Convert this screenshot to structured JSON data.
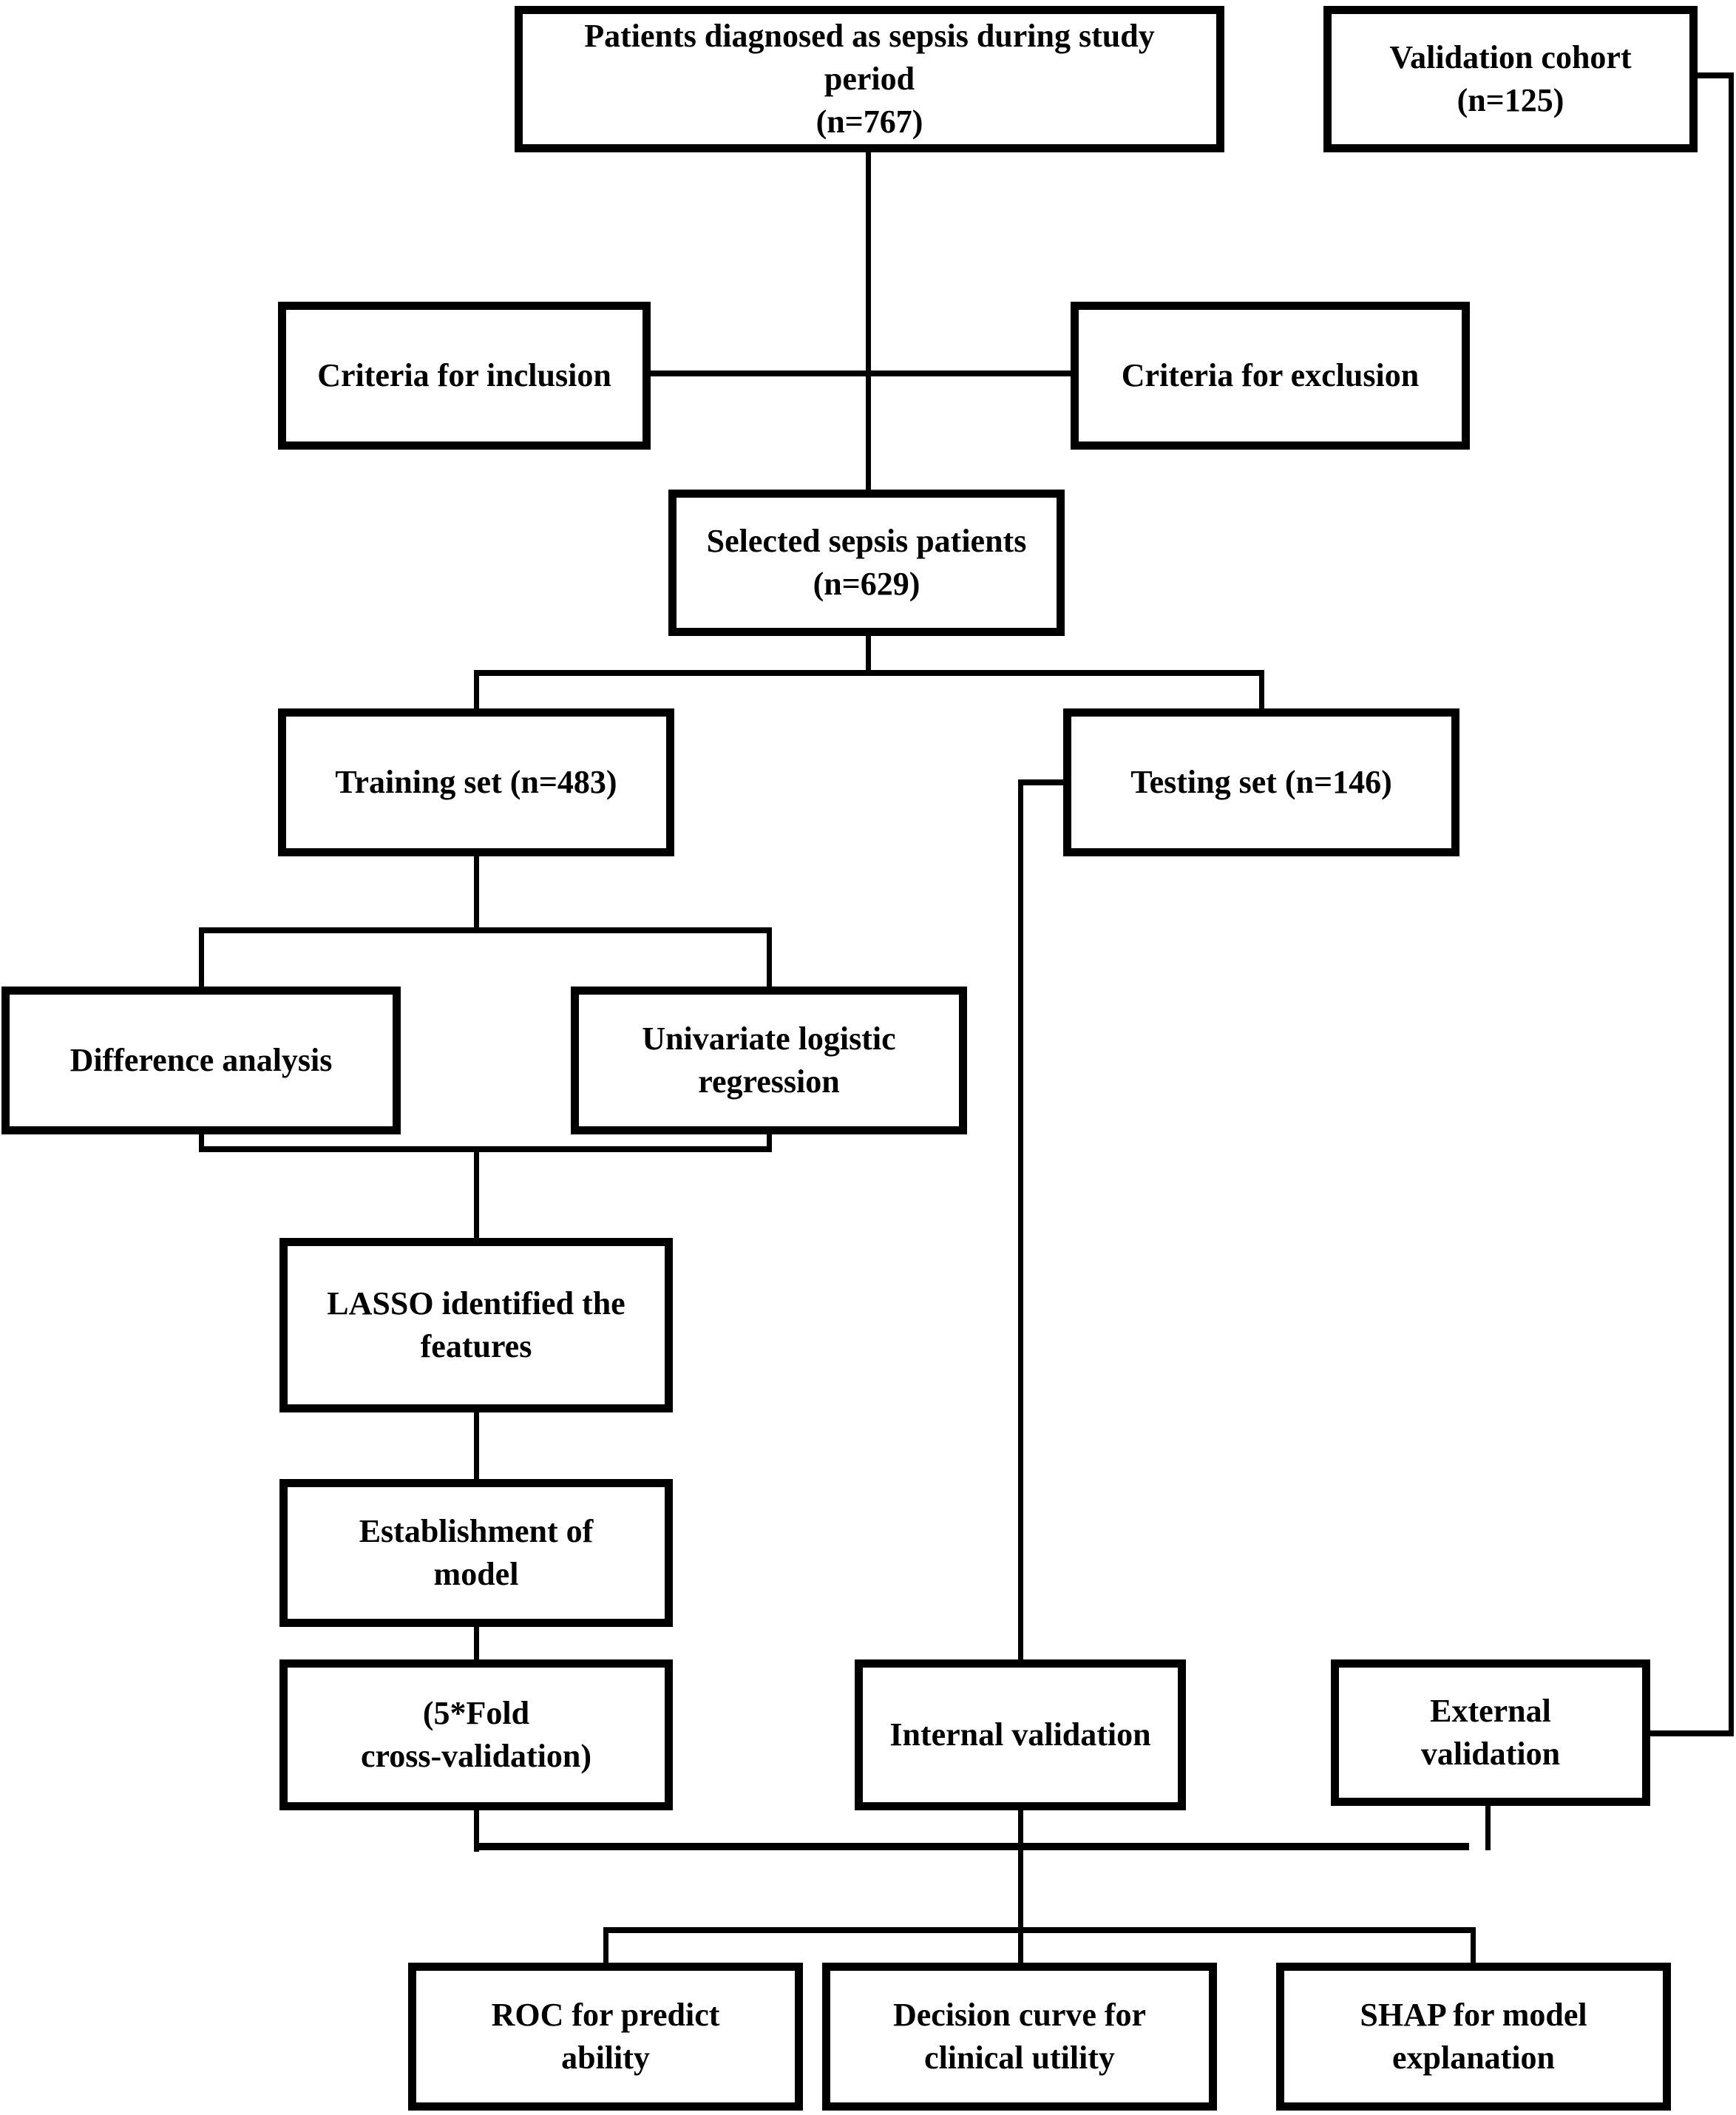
{
  "diagram": {
    "kind": "study-flowchart",
    "background_color": "#ffffff",
    "line_color": "#000000",
    "text_color": "#000000"
  },
  "nodes": {
    "patients": {
      "lines": [
        "Patients diagnosed as sepsis during study",
        "period",
        "(n=767)"
      ]
    },
    "validation": {
      "lines": [
        "Validation cohort",
        "(n=125)"
      ]
    },
    "inclusion": {
      "lines": [
        "Criteria for inclusion"
      ]
    },
    "exclusion": {
      "lines": [
        "Criteria for exclusion"
      ]
    },
    "selected": {
      "lines": [
        "Selected sepsis patients",
        "(n=629)"
      ]
    },
    "training": {
      "lines": [
        "Training set (n=483)"
      ]
    },
    "testing": {
      "lines": [
        "Testing set (n=146)"
      ]
    },
    "difference": {
      "lines": [
        "Difference analysis"
      ]
    },
    "univariate": {
      "lines": [
        "Univariate logistic",
        "regression"
      ]
    },
    "lasso": {
      "lines": [
        "LASSO identified the",
        "features"
      ]
    },
    "establishment": {
      "lines": [
        "Establishment of",
        "model"
      ]
    },
    "fivefold": {
      "lines": [
        "(5*Fold",
        "cross-validation)"
      ]
    },
    "internal": {
      "lines": [
        "Internal validation"
      ]
    },
    "external": {
      "lines": [
        "External",
        "validation"
      ]
    },
    "roc": {
      "lines": [
        "ROC for predict",
        "ability"
      ]
    },
    "decision": {
      "lines": [
        "Decision curve for",
        "clinical utility"
      ]
    },
    "shap": {
      "lines": [
        "SHAP for model",
        "explanation"
      ]
    }
  },
  "edges": [
    "patients -> selected",
    "inclusion -> selection-step",
    "exclusion -> selection-step",
    "selected -> training",
    "selected -> testing",
    "training -> difference",
    "training -> univariate",
    "difference -> lasso",
    "univariate -> lasso",
    "lasso -> establishment",
    "establishment -> fivefold",
    "testing -> internal",
    "validation -> external",
    "fivefold -> evaluation",
    "internal -> evaluation",
    "external -> evaluation",
    "evaluation -> roc",
    "evaluation -> decision",
    "evaluation -> shap"
  ]
}
